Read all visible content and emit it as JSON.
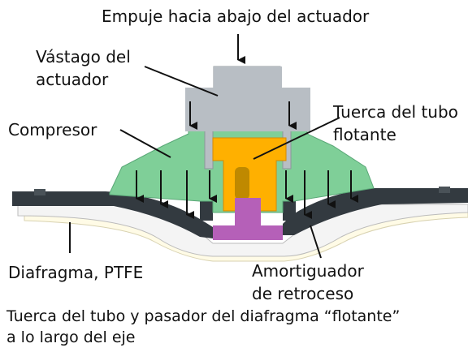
{
  "labels": {
    "push_down": "Empuje hacia abajo del actuador",
    "actuator_stem_line1": "Vástago del",
    "actuator_stem_line2": "actuador",
    "tube_nut_line1": "Tuerca del tubo",
    "tube_nut_line2": "flotante",
    "compressor": "Compresor",
    "diaphragm": "Diafragma, PTFE",
    "recoil_damper_line1": "Amortiguador",
    "recoil_damper_line2": "de retroceso",
    "caption_line1": "Tuerca del tubo y pasador del diafragma “flotante”",
    "caption_line2": "a lo largo del eje"
  },
  "colors": {
    "actuator_stem": "#b8bec4",
    "compressor": "#7fcf98",
    "tube_nut": "#ffb000",
    "diaphragm_pin": "#b560b8",
    "damper": "#333a40",
    "diaphragm_ptfe": "#f4f4f4",
    "body": "#fffbe6"
  },
  "icons": {
    "force_arrows": "down-arrow-icon"
  }
}
